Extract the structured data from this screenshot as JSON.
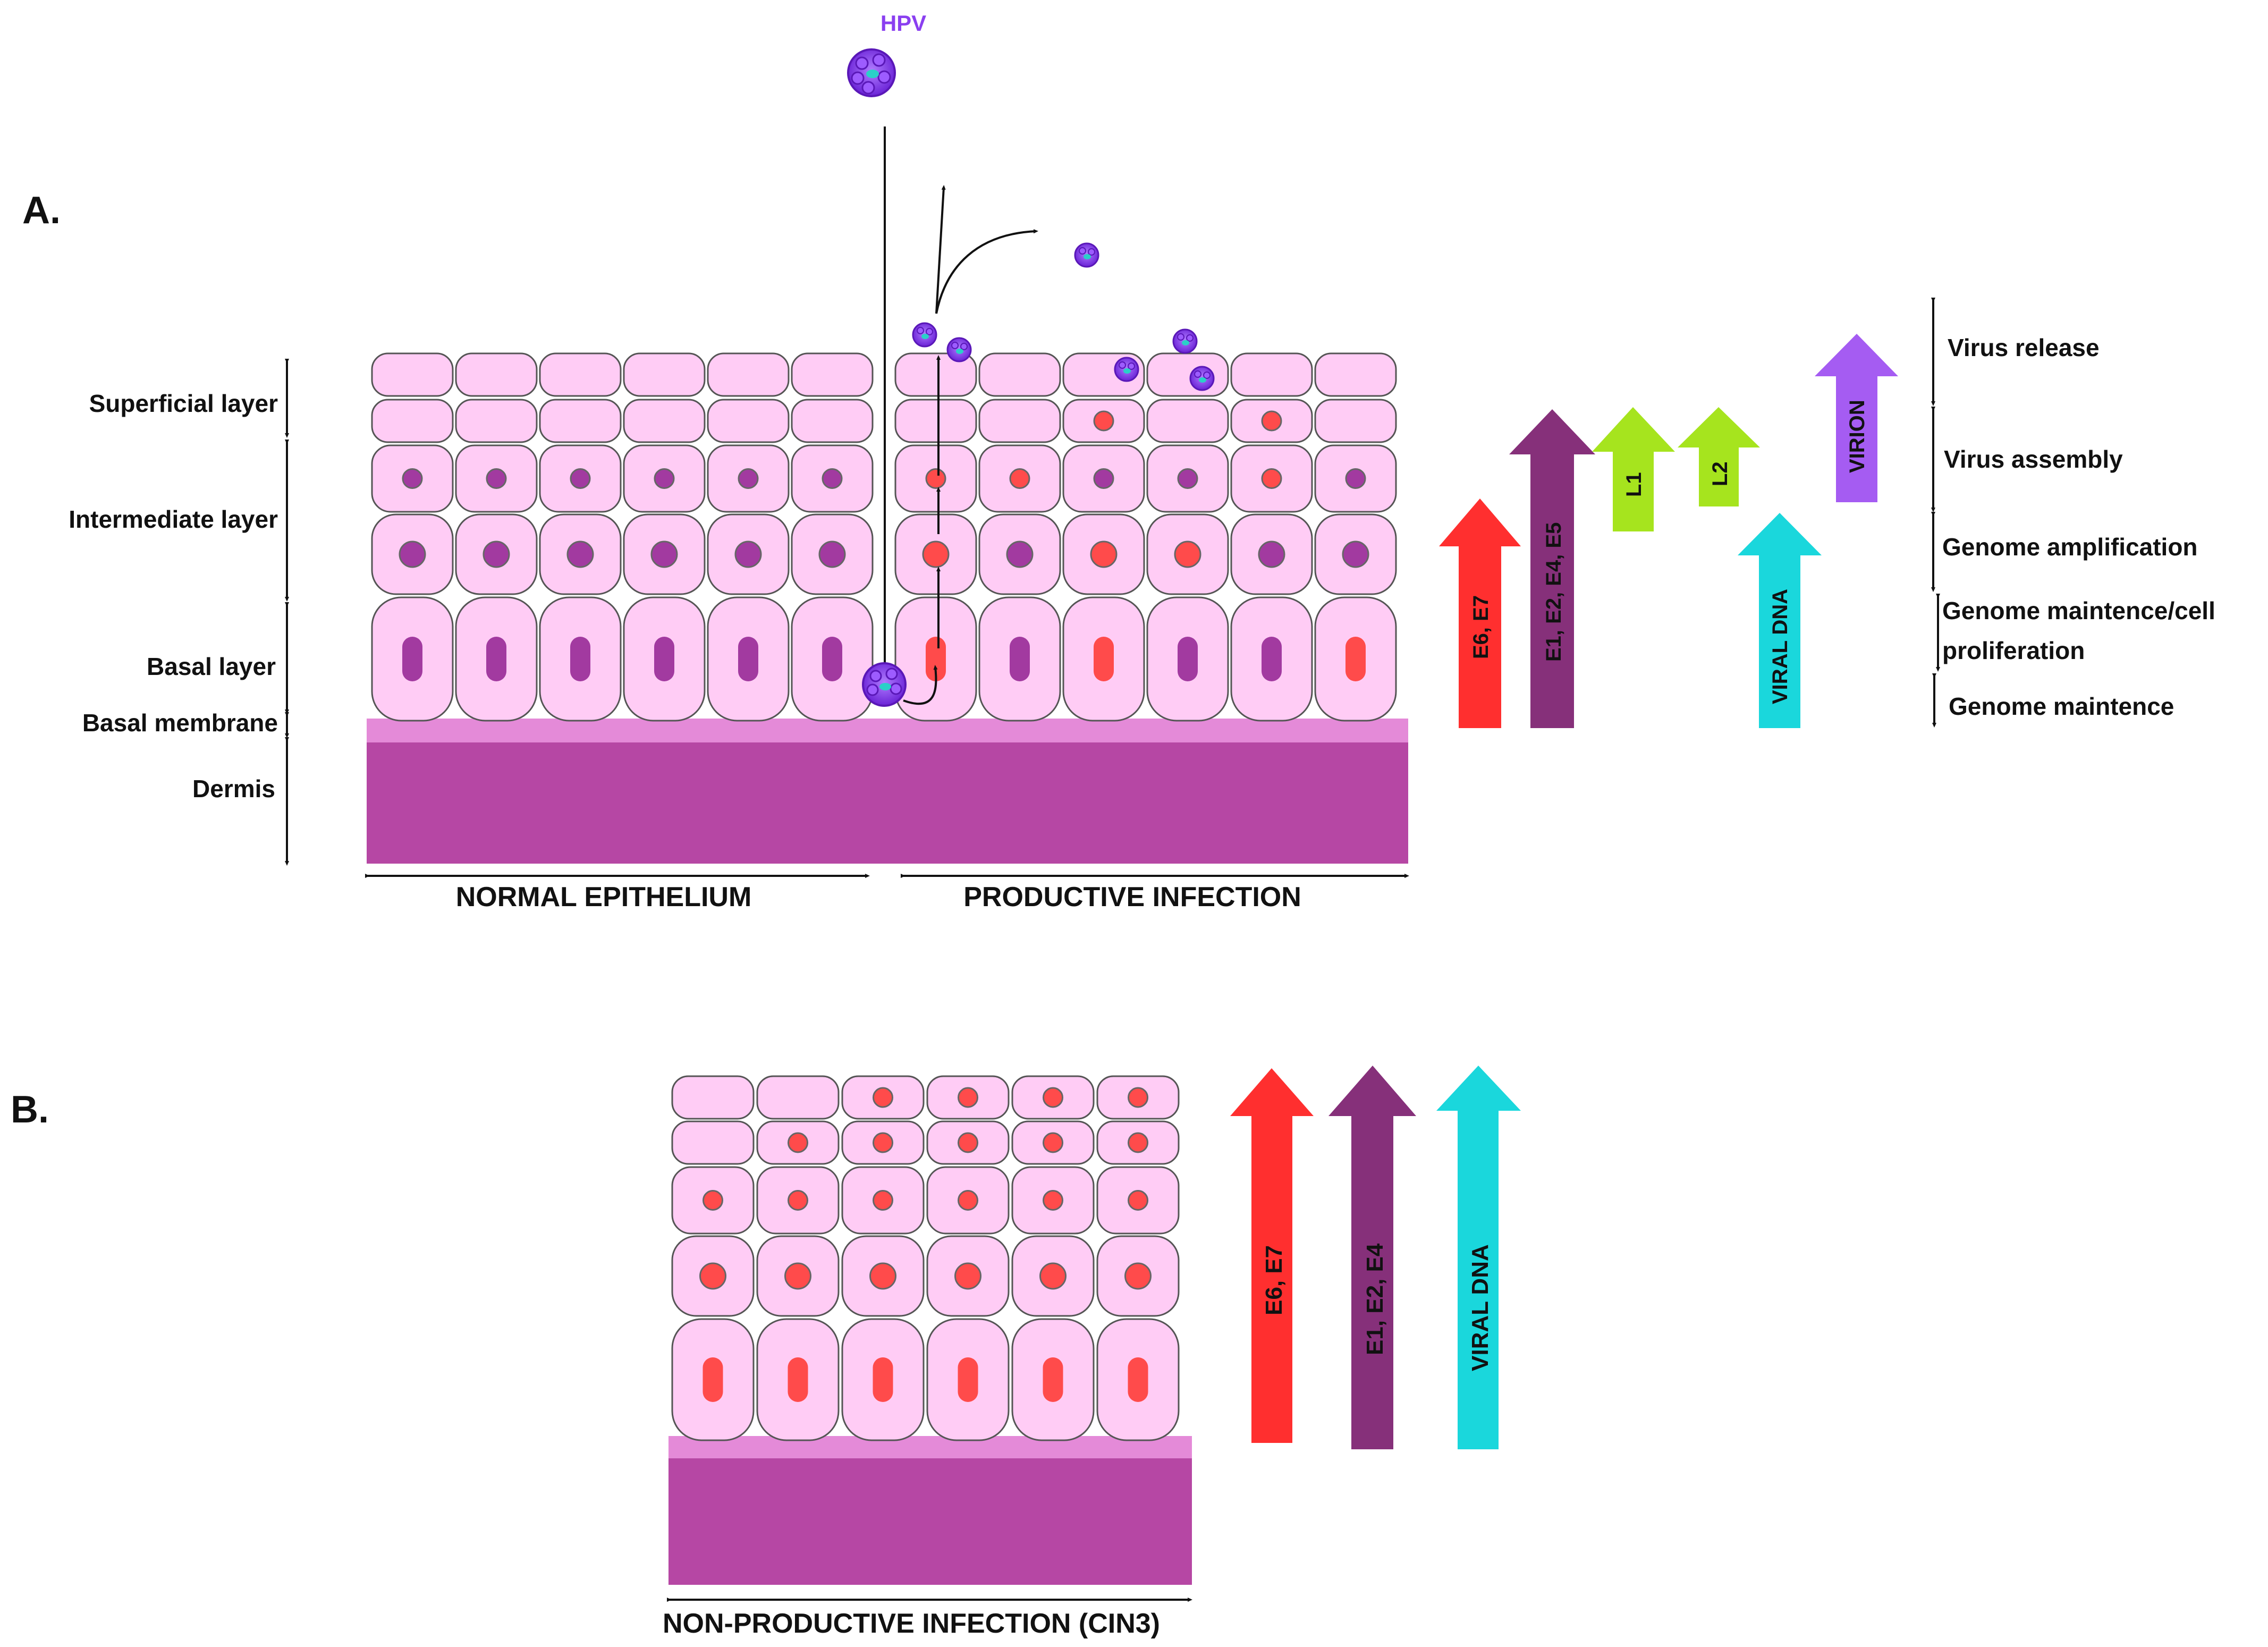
{
  "panel_a": {
    "label": "A.",
    "hpv_label": "HPV",
    "layers": {
      "superficial": "Superficial layer",
      "intermediate": "Intermediate layer",
      "basal": "Basal layer",
      "basal_membrane": "Basal membrane",
      "dermis": "Dermis"
    },
    "normal_label": "NORMAL EPITHELIUM",
    "productive_label": "PRODUCTIVE INFECTION",
    "arrows": {
      "e6e7": "E6, E7",
      "e1e2e4e5": "E1, E2, E4, E5",
      "l1": "L1",
      "l2": "L2",
      "viral_dna": "VIRAL DNA",
      "virion": "VIRION"
    },
    "stages": {
      "virus_release": "Virus release",
      "virus_assembly": "Virus assembly",
      "genome_amplification": "Genome amplification",
      "genome_maintenance_line1": "Genome maintence/cell",
      "genome_maintenance_line2": "proliferation",
      "genome_maintenance_only": "Genome maintence"
    }
  },
  "panel_b": {
    "label": "B.",
    "nonproductive_label": "NON-PRODUCTIVE INFECTION (CIN3)",
    "arrows": {
      "e6e7": "E6, E7",
      "e1e2e4": "E1, E2, E4",
      "viral_dna": "VIRAL DNA"
    }
  },
  "colors": {
    "cell_fill": "#ffccf5",
    "cell_stroke": "#555555",
    "normal_nucleus": "#a23aa0",
    "infected_nucleus": "#ff4b4b",
    "dermis": "#b647a4",
    "basal_membrane": "#e48ad8",
    "arrow_red": "#ff2f2f",
    "arrow_purple": "#86307a",
    "arrow_green": "#a6e41e",
    "arrow_cyan": "#1ad7dc",
    "arrow_violet": "#a55cf2",
    "virus": "#8a3ff0",
    "virus_core": "#2ad0c8"
  }
}
